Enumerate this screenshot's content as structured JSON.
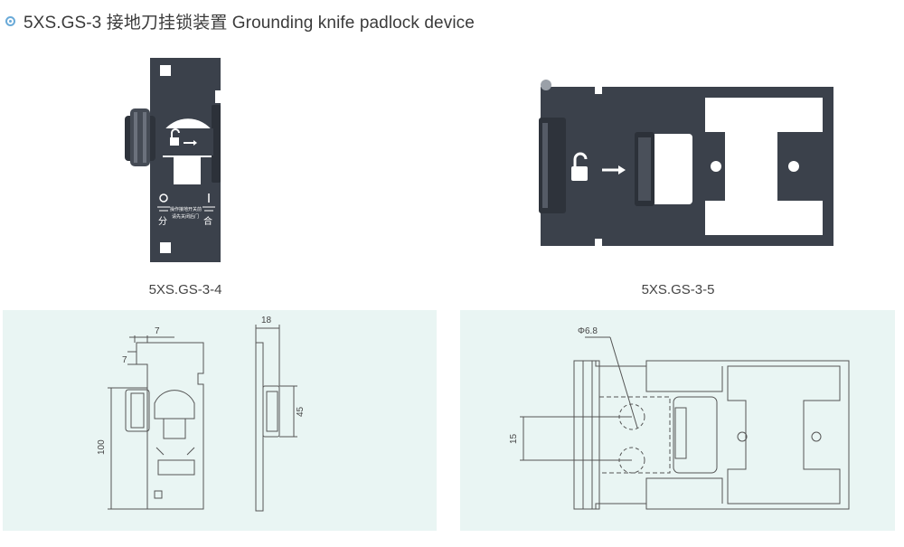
{
  "header": {
    "title": "5XS.GS-3 接地刀挂锁装置 Grounding knife padlock device"
  },
  "products": [
    {
      "model": "5XS.GS-3-4",
      "open_label": "分",
      "close_label": "合",
      "warning_line1": "操作接地开关前",
      "warning_line2": "请先关闭后门"
    },
    {
      "model": "5XS.GS-3-5"
    }
  ],
  "drawings": {
    "left": {
      "dim_top": "7",
      "dim_side": "7",
      "dim_height": "100",
      "dim_depth": "18",
      "dim_side_height": "45"
    },
    "right": {
      "dim_hole": "Φ6.8",
      "dim_width": "15"
    }
  },
  "colors": {
    "panel_bg": "#e9f5f3",
    "metal": "#3b414b",
    "bullet": "#6aaad8"
  }
}
